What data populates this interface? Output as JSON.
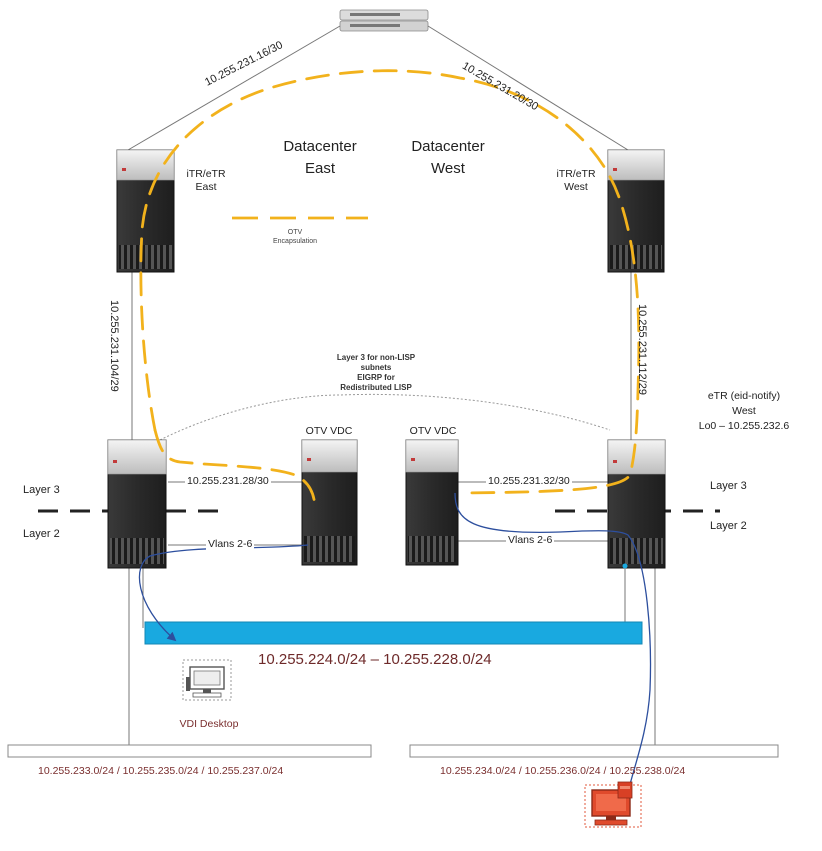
{
  "links": {
    "top_left": "10.255.231.16/30",
    "top_right": "10.255.231.20/30",
    "left_vertical": "10.255.231.104/29",
    "right_vertical": "10.255.231.112/29",
    "mid_left": "10.255.231.28/30",
    "mid_right": "10.255.231.32/30",
    "vlans_left": "Vlans 2-6",
    "vlans_right": "Vlans 2-6"
  },
  "datacenters": {
    "east": [
      "Datacenter",
      "East"
    ],
    "west": [
      "Datacenter",
      "West"
    ]
  },
  "routers": {
    "itr_east": [
      "iTR/eTR",
      "East"
    ],
    "itr_west": [
      "iTR/eTR",
      "West"
    ],
    "etr_west": [
      "eTR (eid-notify)",
      "West",
      "Lo0 – 10.255.232.6"
    ],
    "otv_left": "OTV VDC",
    "otv_right": "OTV VDC"
  },
  "legend": {
    "otv": [
      "OTV",
      "Encapsulation"
    ]
  },
  "layer3_note": [
    "Layer 3 for non-LISP",
    "subnets",
    "EIGRP for",
    "Redistributed LISP"
  ],
  "layers": {
    "l3_left": "Layer 3",
    "l2_left": "Layer 2",
    "l3_right": "Layer 3",
    "l2_right": "Layer 2"
  },
  "stretched_subnet": "10.255.224.0/24 – 10.255.228.0/24",
  "vdi_label": "VDI Desktop",
  "lan_left": "10.255.233.0/24 / 10.255.235.0/24 / 10.255.237.0/24",
  "lan_right": "10.255.234.0/24 / 10.255.236.0/24 / 10.255.238.0/24",
  "colors": {
    "otv_dash": "#f2b21c",
    "bus": "#19a9e0",
    "flow_line": "#2d4f9e",
    "router_body": "#2b2b2b",
    "label_maroon": "#7a2e2e"
  }
}
